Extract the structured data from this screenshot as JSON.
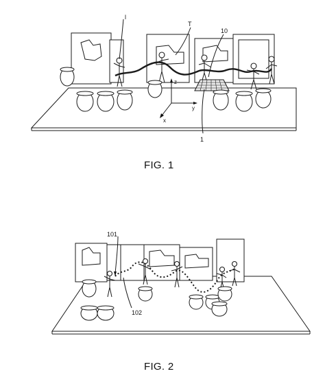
{
  "figures": [
    {
      "caption": "FIG. 1",
      "labels": {
        "ref_l": "l",
        "ref_t": "T",
        "ref_10": "10",
        "ref_1": "1",
        "axis_x": "x",
        "axis_y": "y",
        "axis_z": "z"
      }
    },
    {
      "caption": "FIG. 2",
      "labels": {
        "ref_101": "101",
        "ref_102": "102"
      }
    }
  ]
}
